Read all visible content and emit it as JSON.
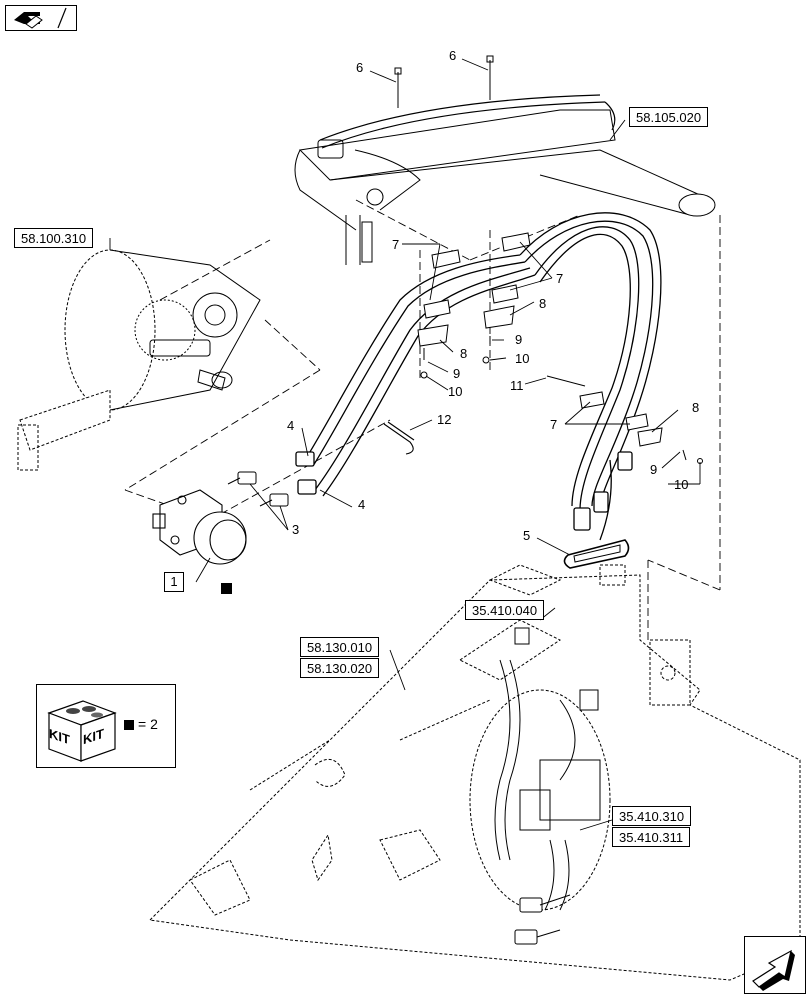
{
  "references": {
    "ref_58_100_310": "58.100.310",
    "ref_58_105_020": "58.105.020",
    "ref_35_410_040": "35.410.040",
    "ref_58_130_010": "58.130.010",
    "ref_58_130_020": "58.130.020",
    "ref_35_410_310": "35.410.310",
    "ref_35_410_311": "35.410.311"
  },
  "callouts": {
    "item_1": "1",
    "item_3": "3",
    "item_4a": "4",
    "item_4b": "4",
    "item_5": "5",
    "item_6a": "6",
    "item_6b": "6",
    "item_7a": "7",
    "item_7b": "7",
    "item_7c": "7",
    "item_8a": "8",
    "item_8b": "8",
    "item_8c": "8",
    "item_9a": "9",
    "item_9b": "9",
    "item_9c": "9",
    "item_10a": "10",
    "item_10b": "10",
    "item_10c": "10",
    "item_11": "11",
    "item_12": "12"
  },
  "kit": {
    "label_left": "KIT",
    "label_right": "KIT",
    "equation": "= 2"
  },
  "icons": {
    "nav_top": "previous-page-icon",
    "nav_bottom": "next-page-icon",
    "kit": "kit-box-icon"
  }
}
